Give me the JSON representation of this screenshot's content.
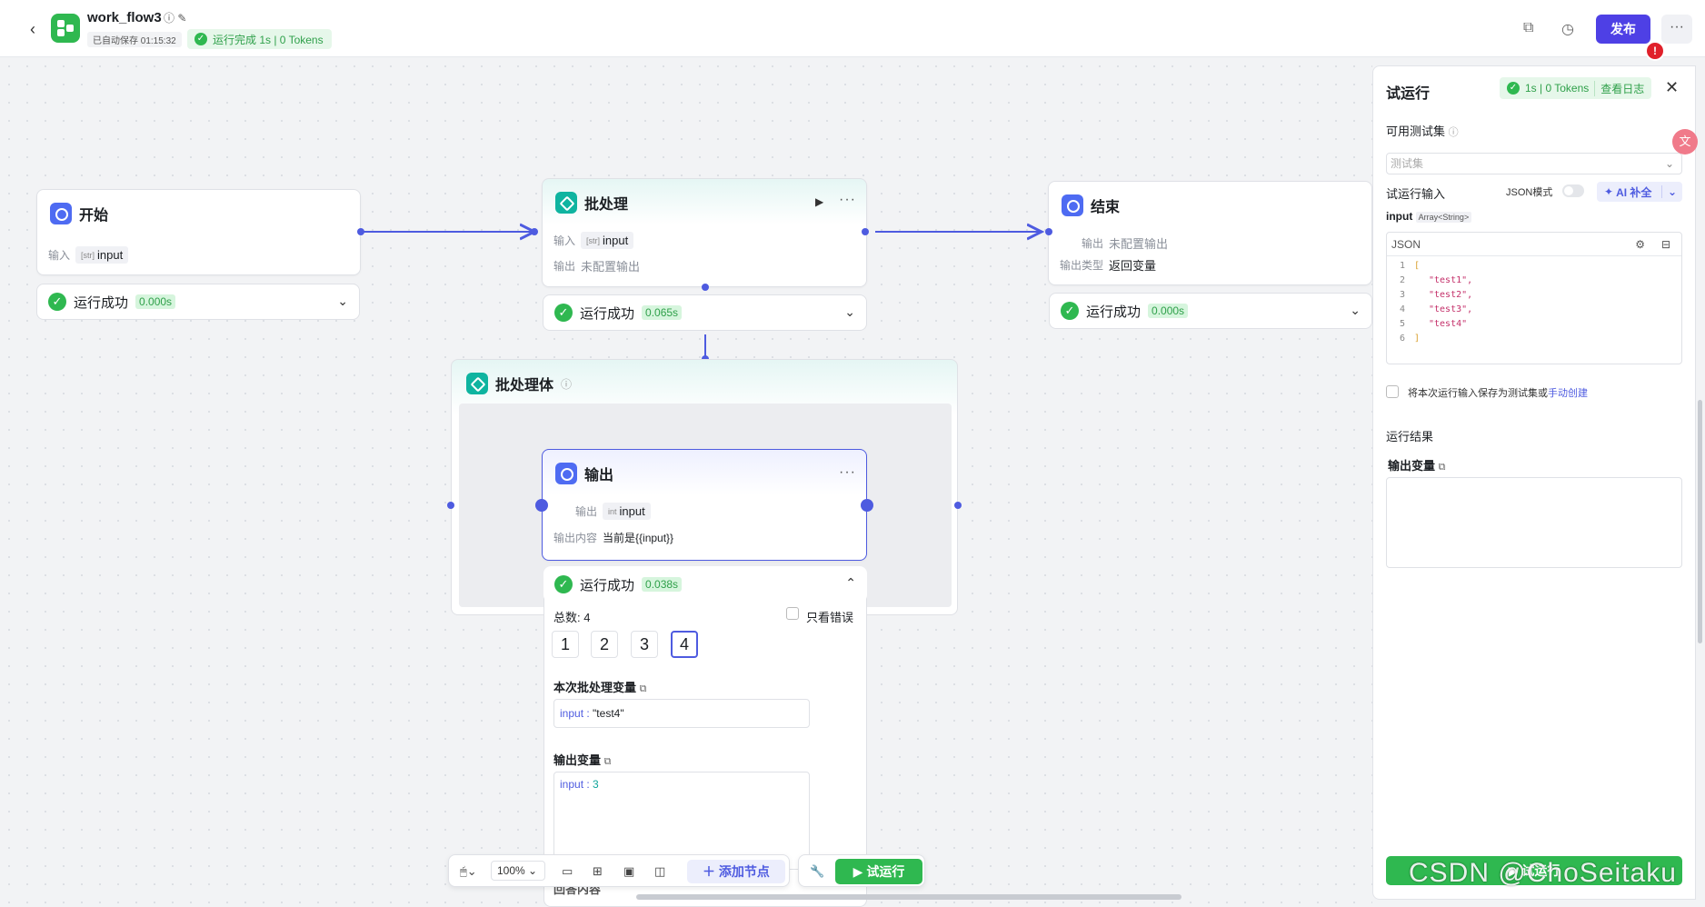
{
  "header": {
    "back_icon": "chevron-left-icon",
    "title": "work_flow3",
    "autosave": "已自动保存 01:15:32",
    "run_status": "运行完成 1s | 0 Tokens",
    "publish_label": "发布",
    "more_label": "···",
    "alert_label": "!"
  },
  "nodes": {
    "start": {
      "title": "开始",
      "input_label": "输入",
      "input_value": "input",
      "result_label": "运行成功",
      "result_time": "0.000s"
    },
    "batch": {
      "title": "批处理",
      "input_label": "输入",
      "input_value": "input",
      "output_label": "输出",
      "output_value": "未配置输出",
      "result_label": "运行成功",
      "result_time": "0.065s"
    },
    "end": {
      "title": "结束",
      "output_label": "输出",
      "output_value": "未配置输出",
      "output_type_label": "输出类型",
      "output_type_value": "返回变量",
      "result_label": "运行成功",
      "result_time": "0.000s"
    },
    "batch_body": {
      "title": "批处理体"
    },
    "output": {
      "title": "输出",
      "output_label": "输出",
      "output_type": "int",
      "output_value": "input",
      "content_label": "输出内容",
      "content_value": "当前是{{input}}",
      "result_label": "运行成功",
      "result_time": "0.038s",
      "total": "总数: 4",
      "only_errors": "只看错误",
      "pages": [
        "1",
        "2",
        "3",
        "4"
      ],
      "batch_var_title": "本次批处理变量",
      "batch_var_key": "input :",
      "batch_var_value": "\"test4\"",
      "output_var_title": "输出变量",
      "output_var_key": "input :",
      "output_var_value": "3",
      "reply_label": "回答内容"
    }
  },
  "toolbar": {
    "zoom": "100%",
    "add_node": "＋ 添加节点",
    "try_run": "▶ 试运行"
  },
  "panel": {
    "title": "试运行",
    "badge": "1s | 0 Tokens",
    "view_log": "查看日志",
    "testset_label": "可用测试集",
    "testset_placeholder": "测试集",
    "run_input_label": "试运行输入",
    "json_mode": "JSON模式",
    "ai_fill": "AI 补全",
    "input_name": "input",
    "input_type": "Array<String>",
    "json_label": "JSON",
    "code_lines": [
      {
        "n": "1",
        "t": "["
      },
      {
        "n": "2",
        "t": "\"test1\","
      },
      {
        "n": "3",
        "t": "\"test2\","
      },
      {
        "n": "4",
        "t": "\"test3\","
      },
      {
        "n": "5",
        "t": "\"test4\""
      },
      {
        "n": "6",
        "t": "]"
      }
    ],
    "save_text": "将本次运行输入保存为测试集或",
    "save_link": "手动创建",
    "result_title": "运行结果",
    "output_var": "输出变量",
    "run_button": "试运行"
  },
  "watermark": "CSDN @ChoSeitaku",
  "colors": {
    "accent": "#4e40e5",
    "success": "#2fb850",
    "edge": "#4e5be0"
  }
}
